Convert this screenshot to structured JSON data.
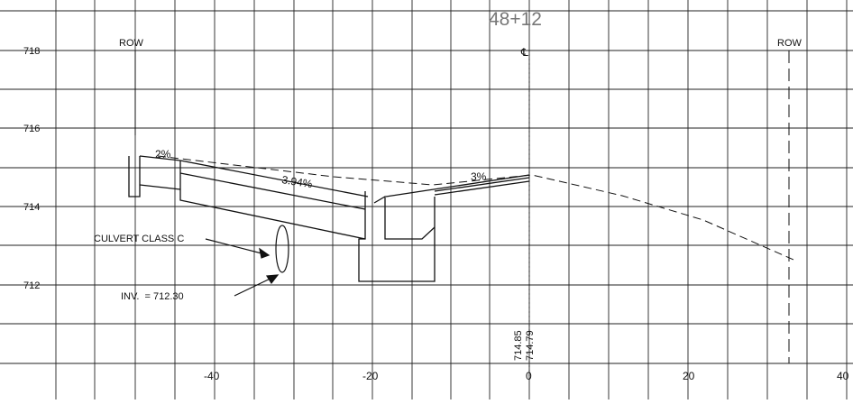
{
  "station": "48+12",
  "centerline_symbol": "℄",
  "row_left": "ROW",
  "row_right": "ROW",
  "y_tick_labels": [
    "718",
    "716",
    "714",
    "712"
  ],
  "x_tick_labels": [
    "-40",
    "-20",
    "0",
    "20",
    "40"
  ],
  "slopes": {
    "shoulder": "2%",
    "fill": "3.94%",
    "pavement": "3%"
  },
  "culvert_label": "CULVERT CLASS C",
  "invert_label": "INV.  = 712.30",
  "centerline_elevations": [
    "714.85",
    "714.79"
  ],
  "colors": {
    "ink": "#111111",
    "grid": "#222222",
    "station_text": "#777777"
  }
}
